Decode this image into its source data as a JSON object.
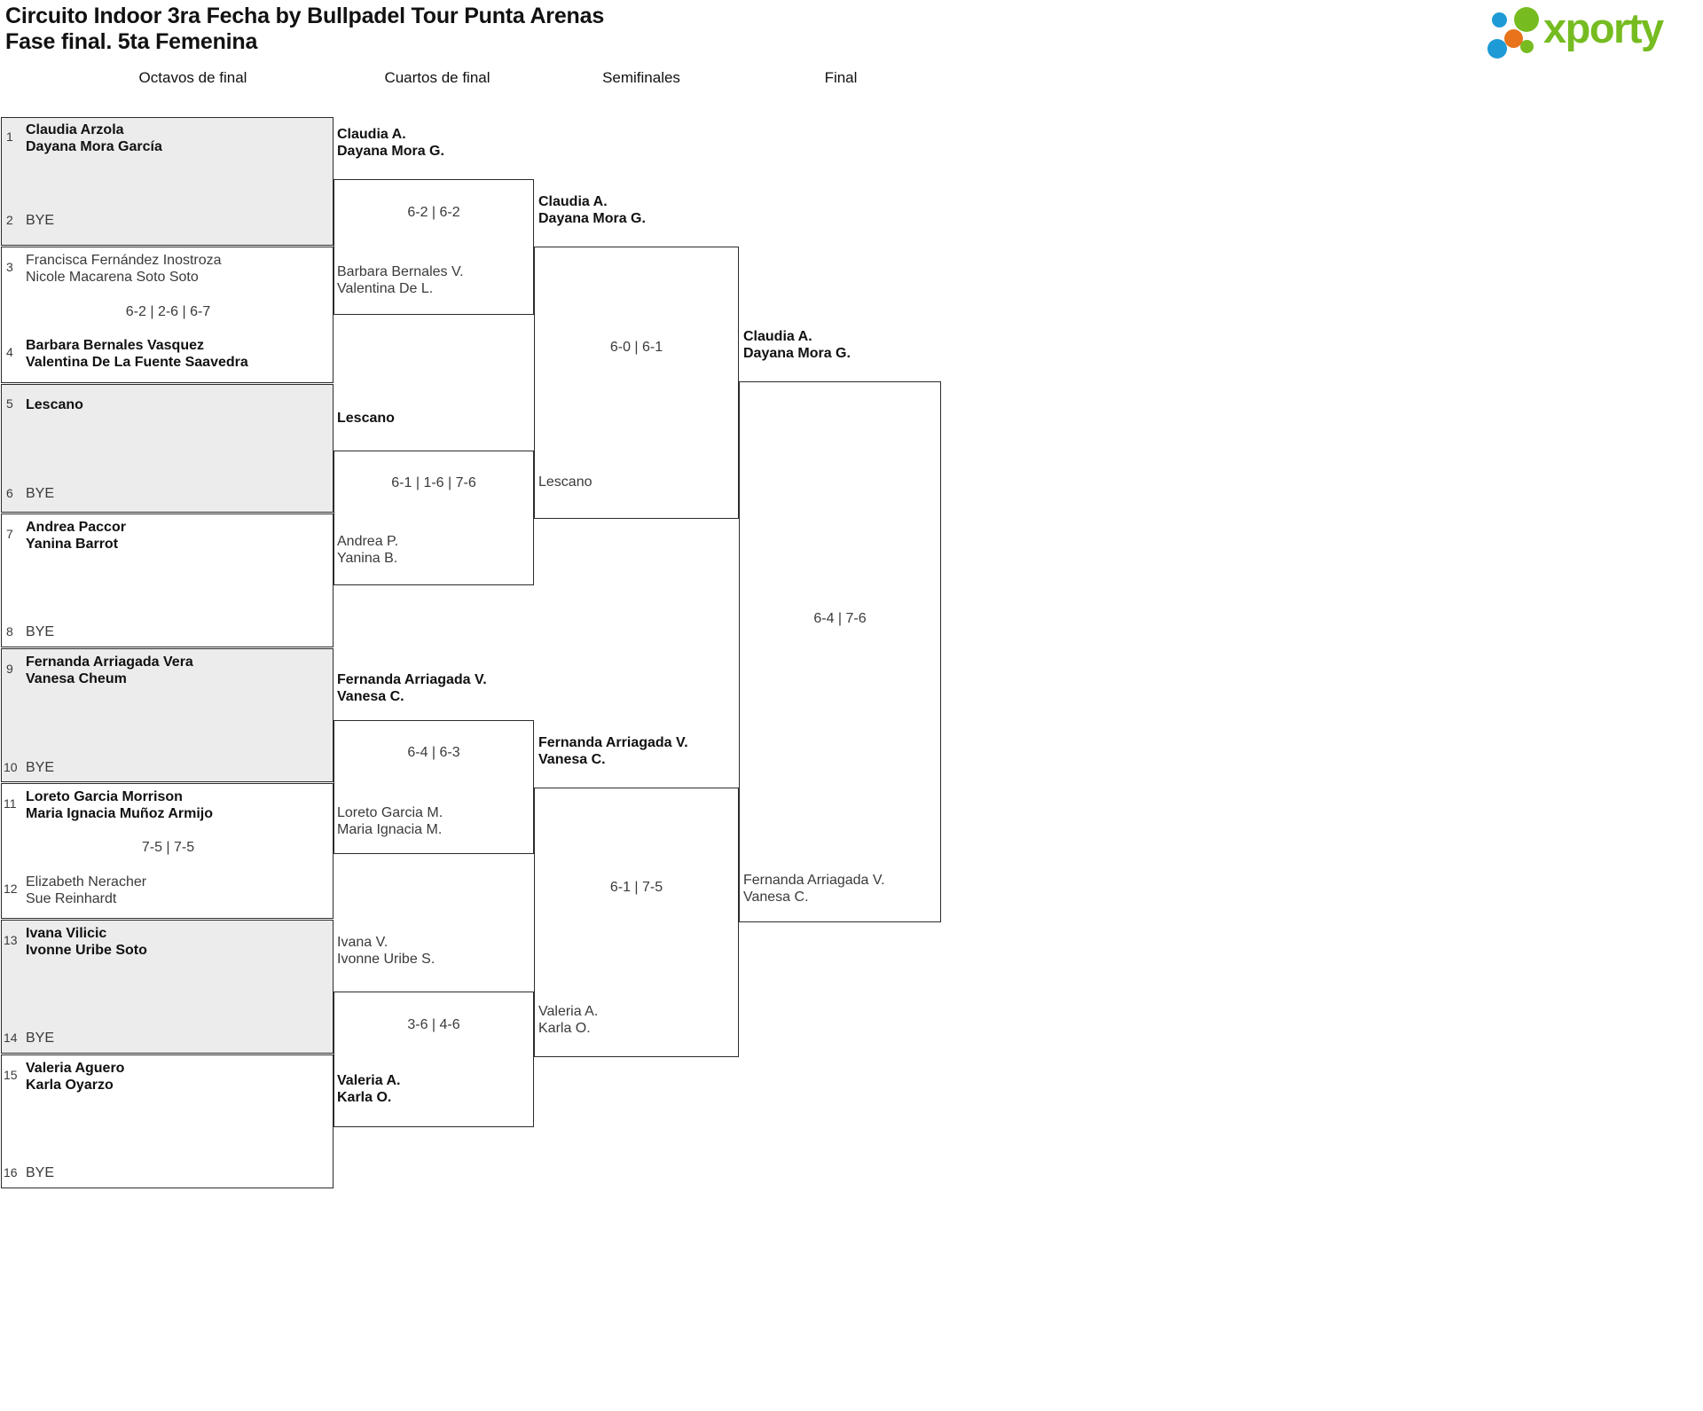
{
  "header": {
    "title_line1": "Circuito Indoor 3ra Fecha by Bullpadel Tour Punta Arenas",
    "title_line2": "Fase final. 5ta Femenina",
    "logo_text": "xporty"
  },
  "rounds": [
    {
      "label": "Octavos de final"
    },
    {
      "label": "Cuartos de final"
    },
    {
      "label": "Semifinales"
    },
    {
      "label": "Final"
    }
  ],
  "bracket": {
    "round1": {
      "matches": [
        {
          "top": {
            "seed": "1",
            "line1": "Claudia Arzola",
            "line2": "Dayana Mora García",
            "winner": true
          },
          "bottom": {
            "seed": "2",
            "line1": "BYE",
            "line2": "",
            "winner": false,
            "bye": true
          },
          "score": ""
        },
        {
          "top": {
            "seed": "3",
            "line1": "Francisca Fernández Inostroza",
            "line2": "Nicole Macarena Soto Soto",
            "winner": false
          },
          "bottom": {
            "seed": "4",
            "line1": "Barbara Bernales Vasquez",
            "line2": "Valentina De La Fuente Saavedra",
            "winner": true
          },
          "score": "6-2 | 2-6 | 6-7"
        },
        {
          "top": {
            "seed": "5",
            "line1": "Lescano",
            "line2": "",
            "winner": true
          },
          "bottom": {
            "seed": "6",
            "line1": "BYE",
            "line2": "",
            "winner": false,
            "bye": true
          },
          "score": ""
        },
        {
          "top": {
            "seed": "7",
            "line1": "Andrea Paccor",
            "line2": "Yanina Barrot",
            "winner": true
          },
          "bottom": {
            "seed": "8",
            "line1": "BYE",
            "line2": "",
            "winner": false,
            "bye": true
          },
          "score": ""
        },
        {
          "top": {
            "seed": "9",
            "line1": "Fernanda Arriagada Vera",
            "line2": "Vanesa Cheum",
            "winner": true
          },
          "bottom": {
            "seed": "10",
            "line1": "BYE",
            "line2": "",
            "winner": false,
            "bye": true
          },
          "score": ""
        },
        {
          "top": {
            "seed": "11",
            "line1": "Loreto Garcia Morrison",
            "line2": "Maria Ignacia Muñoz Armijo",
            "winner": true
          },
          "bottom": {
            "seed": "12",
            "line1": "Elizabeth Neracher",
            "line2": "Sue Reinhardt",
            "winner": false
          },
          "score": "7-5 | 7-5"
        },
        {
          "top": {
            "seed": "13",
            "line1": "Ivana Vilicic",
            "line2": "Ivonne Uribe Soto",
            "winner": true
          },
          "bottom": {
            "seed": "14",
            "line1": "BYE",
            "line2": "",
            "winner": false,
            "bye": true
          },
          "score": ""
        },
        {
          "top": {
            "seed": "15",
            "line1": "Valeria Aguero",
            "line2": "Karla Oyarzo",
            "winner": true
          },
          "bottom": {
            "seed": "16",
            "line1": "BYE",
            "line2": "",
            "winner": false,
            "bye": true
          },
          "score": ""
        }
      ]
    },
    "round2": {
      "matches": [
        {
          "top": {
            "line1": "Claudia A.",
            "line2": "Dayana Mora G.",
            "winner": true
          },
          "bottom": {
            "line1": "Barbara Bernales V.",
            "line2": "Valentina De L.",
            "winner": false
          },
          "score": "6-2 | 6-2"
        },
        {
          "top": {
            "line1": "Lescano",
            "line2": "",
            "winner": true
          },
          "bottom": {
            "line1": "Andrea P.",
            "line2": "Yanina B.",
            "winner": false
          },
          "score": "6-1 | 1-6 | 7-6"
        },
        {
          "top": {
            "line1": "Fernanda Arriagada V.",
            "line2": "Vanesa C.",
            "winner": true
          },
          "bottom": {
            "line1": "Loreto Garcia M.",
            "line2": "Maria Ignacia M.",
            "winner": false
          },
          "score": "6-4 | 6-3"
        },
        {
          "top": {
            "line1": "Ivana V.",
            "line2": "Ivonne Uribe S.",
            "winner": false
          },
          "bottom": {
            "line1": "Valeria A.",
            "line2": "Karla O.",
            "winner": true
          },
          "score": "3-6 | 4-6"
        }
      ]
    },
    "round3": {
      "matches": [
        {
          "top": {
            "line1": "Claudia A.",
            "line2": "Dayana Mora G.",
            "winner": true
          },
          "bottom": {
            "line1": "Lescano",
            "line2": "",
            "winner": false
          },
          "score": "6-0 | 6-1"
        },
        {
          "top": {
            "line1": "Fernanda Arriagada V.",
            "line2": "Vanesa C.",
            "winner": true
          },
          "bottom": {
            "line1": "Valeria A.",
            "line2": "Karla O.",
            "winner": false
          },
          "score": "6-1 | 7-5"
        }
      ]
    },
    "round4": {
      "matches": [
        {
          "top": {
            "line1": "Claudia A.",
            "line2": "Dayana Mora G.",
            "winner": true
          },
          "bottom": {
            "line1": "Fernanda Arriagada V.",
            "line2": "Vanesa C.",
            "winner": false
          },
          "score": "6-4 | 7-6"
        }
      ]
    }
  }
}
